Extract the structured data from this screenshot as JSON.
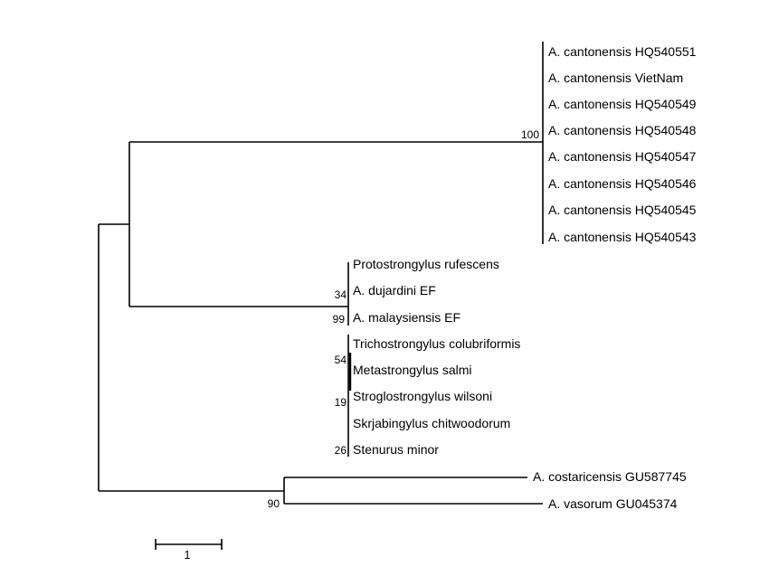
{
  "leaves": [
    {
      "id": "l1",
      "label": "A. cantonensis HQ540551"
    },
    {
      "id": "l2",
      "label": "A. cantonensis VietNam"
    },
    {
      "id": "l3",
      "label": "A. cantonensis HQ540549"
    },
    {
      "id": "l4",
      "label": "A. cantonensis HQ540548"
    },
    {
      "id": "l5",
      "label": "A. cantonensis HQ540547"
    },
    {
      "id": "l6",
      "label": "A. cantonensis HQ540546"
    },
    {
      "id": "l7",
      "label": "A. cantonensis HQ540545"
    },
    {
      "id": "l8",
      "label": "A. cantonensis HQ540543"
    },
    {
      "id": "l9",
      "label": "Protostrongylus rufescens"
    },
    {
      "id": "l10",
      "label": "A. dujardini EF"
    },
    {
      "id": "l11",
      "label": "A. malaysiensis EF"
    },
    {
      "id": "l12",
      "label": "Trichostrongylus colubriformis"
    },
    {
      "id": "l13",
      "label": "Metastrongylus salmi"
    },
    {
      "id": "l14",
      "label": "Stroglostrongylus wilsoni"
    },
    {
      "id": "l15",
      "label": "Skrjabingylus chitwoodorum"
    },
    {
      "id": "l16",
      "label": "Stenurus minor"
    },
    {
      "id": "l17",
      "label": "A. costaricensis GU587745"
    },
    {
      "id": "l18",
      "label": "A. vasorum GU045374"
    }
  ],
  "support_values": [
    {
      "id": "s100",
      "value": "100"
    },
    {
      "id": "s34",
      "value": "34"
    },
    {
      "id": "s99",
      "value": "99"
    },
    {
      "id": "s54",
      "value": "54"
    },
    {
      "id": "s19",
      "value": "19"
    },
    {
      "id": "s26",
      "value": "26"
    },
    {
      "id": "s90",
      "value": "90"
    }
  ],
  "scale_bar": {
    "label": "1"
  }
}
